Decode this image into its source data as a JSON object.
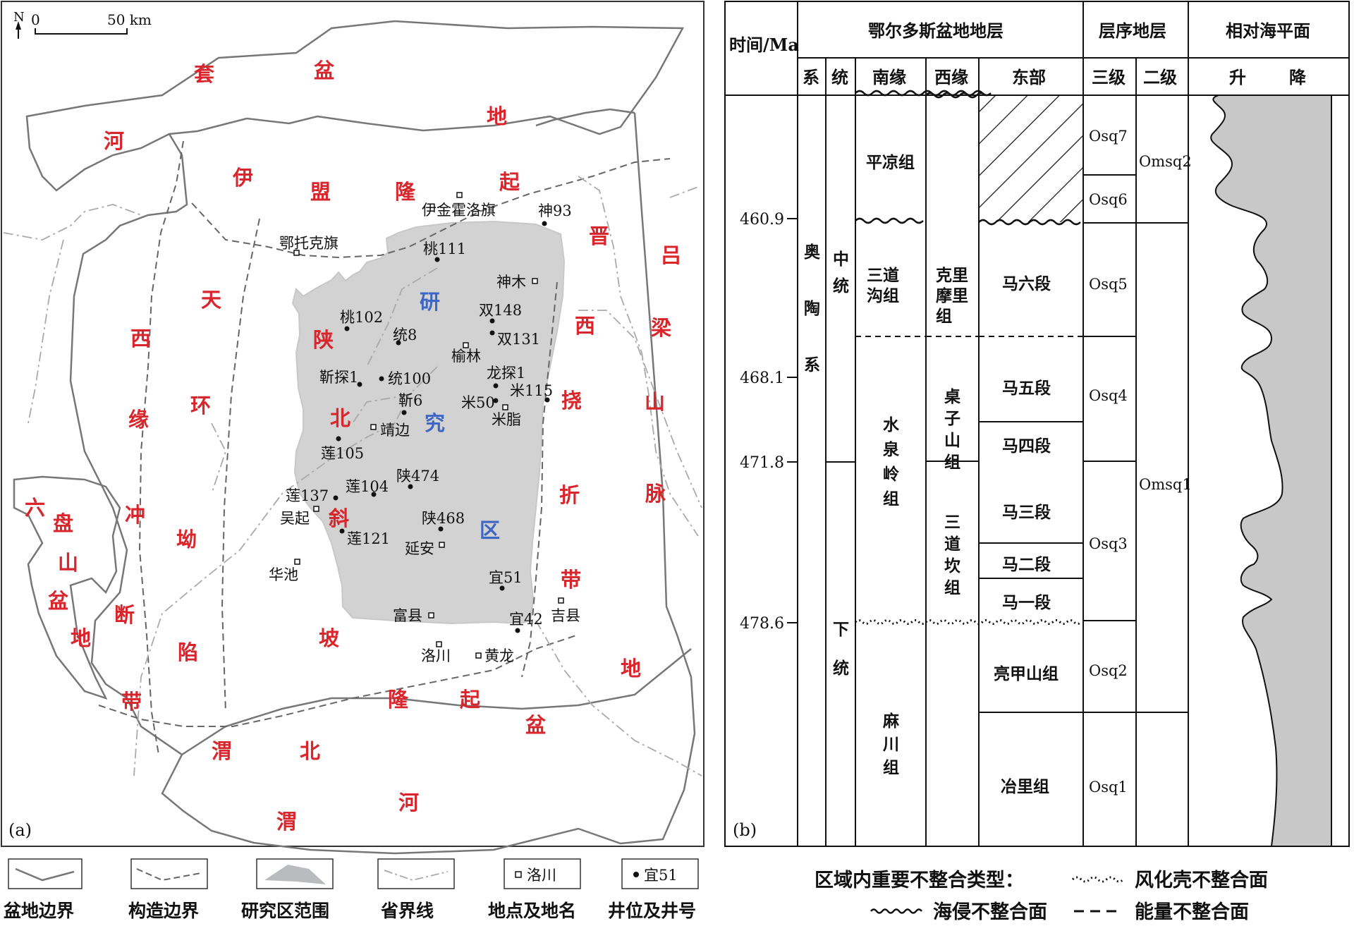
{
  "map": {
    "panel_label": "(a)",
    "north": "N",
    "scale": {
      "zero": "0",
      "value": "50 km"
    },
    "regions": [
      {
        "text": "套",
        "color": "red"
      },
      {
        "text": "盆",
        "color": "red"
      },
      {
        "text": "河",
        "color": "red"
      },
      {
        "text": "地",
        "color": "red"
      },
      {
        "text": "伊",
        "color": "red"
      },
      {
        "text": "盟",
        "color": "red"
      },
      {
        "text": "隆",
        "color": "red"
      },
      {
        "text": "起",
        "color": "red"
      },
      {
        "text": "晋",
        "color": "red"
      },
      {
        "text": "吕",
        "color": "red"
      },
      {
        "text": "梁",
        "color": "red"
      },
      {
        "text": "山",
        "color": "red"
      },
      {
        "text": "脉",
        "color": "red"
      },
      {
        "text": "天",
        "color": "red"
      },
      {
        "text": "西",
        "color": "red"
      },
      {
        "text": "缘",
        "color": "red"
      },
      {
        "text": "冲",
        "color": "red"
      },
      {
        "text": "环",
        "color": "red"
      },
      {
        "text": "坳",
        "color": "red"
      },
      {
        "text": "陷",
        "color": "red"
      },
      {
        "text": "断",
        "color": "red"
      },
      {
        "text": "带",
        "color": "red"
      },
      {
        "text": "六",
        "color": "red"
      },
      {
        "text": "盘",
        "color": "red"
      },
      {
        "text": "山",
        "color": "red"
      },
      {
        "text": "盆",
        "color": "red"
      },
      {
        "text": "地",
        "color": "red"
      },
      {
        "text": "陕",
        "color": "red"
      },
      {
        "text": "北",
        "color": "red"
      },
      {
        "text": "斜",
        "color": "red"
      },
      {
        "text": "坡",
        "color": "red"
      },
      {
        "text": "研",
        "color": "blue"
      },
      {
        "text": "究",
        "color": "blue"
      },
      {
        "text": "区",
        "color": "blue"
      },
      {
        "text": "西",
        "color": "red"
      },
      {
        "text": "挠",
        "color": "red"
      },
      {
        "text": "折",
        "color": "red"
      },
      {
        "text": "带",
        "color": "red"
      },
      {
        "text": "地",
        "color": "red"
      },
      {
        "text": "渭",
        "color": "red"
      },
      {
        "text": "北",
        "color": "red"
      },
      {
        "text": "隆",
        "color": "red"
      },
      {
        "text": "起",
        "color": "red"
      },
      {
        "text": "盆",
        "color": "red"
      },
      {
        "text": "河",
        "color": "red"
      },
      {
        "text": "渭",
        "color": "red"
      }
    ],
    "places": [
      "伊金霍洛旗",
      "鄂托克旗",
      "神木",
      "榆林",
      "米脂",
      "靖边",
      "吴起",
      "延安",
      "华池",
      "富县",
      "吉县",
      "洛川",
      "黄龙"
    ],
    "wells": [
      "神93",
      "桃111",
      "桃102",
      "统8",
      "双148",
      "双131",
      "靳探1",
      "统100",
      "龙探1",
      "米115",
      "米50",
      "靳6",
      "莲105",
      "陕474",
      "莲104",
      "莲137",
      "陕468",
      "莲121",
      "宜51",
      "宜42"
    ]
  },
  "legend_a": [
    {
      "symbol": "basin-boundary",
      "label": "盆地边界"
    },
    {
      "symbol": "tectonic-boundary",
      "label": "构造边界"
    },
    {
      "symbol": "study-area",
      "label": "研究区范围"
    },
    {
      "symbol": "province-line",
      "label": "省界线"
    },
    {
      "symbol": "place",
      "sample": "洛川",
      "label": "地点及地名"
    },
    {
      "symbol": "well",
      "sample": "宜51",
      "label": "井位及井号"
    }
  ],
  "strat": {
    "panel_label": "(b)",
    "headers": {
      "time": "时间/Ma",
      "basin": "鄂尔多斯盆地地层",
      "sequence": "层序地层",
      "sea_level": "相对海平面",
      "system": "系",
      "series": "统",
      "south": "南缘",
      "west": "西缘",
      "east": "东部",
      "third": "三级",
      "second": "二级",
      "rise": "升",
      "fall": "降"
    },
    "ages": [
      "460.9",
      "468.1",
      "471.8",
      "478.6"
    ],
    "system": "奥陶系",
    "series": [
      "中统",
      "下统"
    ],
    "south": [
      "平凉组",
      "三道沟组",
      "水泉岭组",
      "麻川组"
    ],
    "west": [
      "克里摩里组",
      "桌子山组",
      "三道坎组"
    ],
    "east": [
      "马六段",
      "马五段",
      "马四段",
      "马三段",
      "马二段",
      "马一段",
      "亮甲山组",
      "冶里组"
    ],
    "third_order": [
      "Osq7",
      "Osq6",
      "Osq5",
      "Osq4",
      "Osq3",
      "Osq2",
      "Osq1"
    ],
    "second_order": [
      "Omsq2",
      "Omsq1"
    ]
  },
  "legend_b": {
    "title": "区域内重要不整合类型：",
    "items": [
      "风化壳不整合面",
      "海侵不整合面",
      "能量不整合面"
    ]
  }
}
